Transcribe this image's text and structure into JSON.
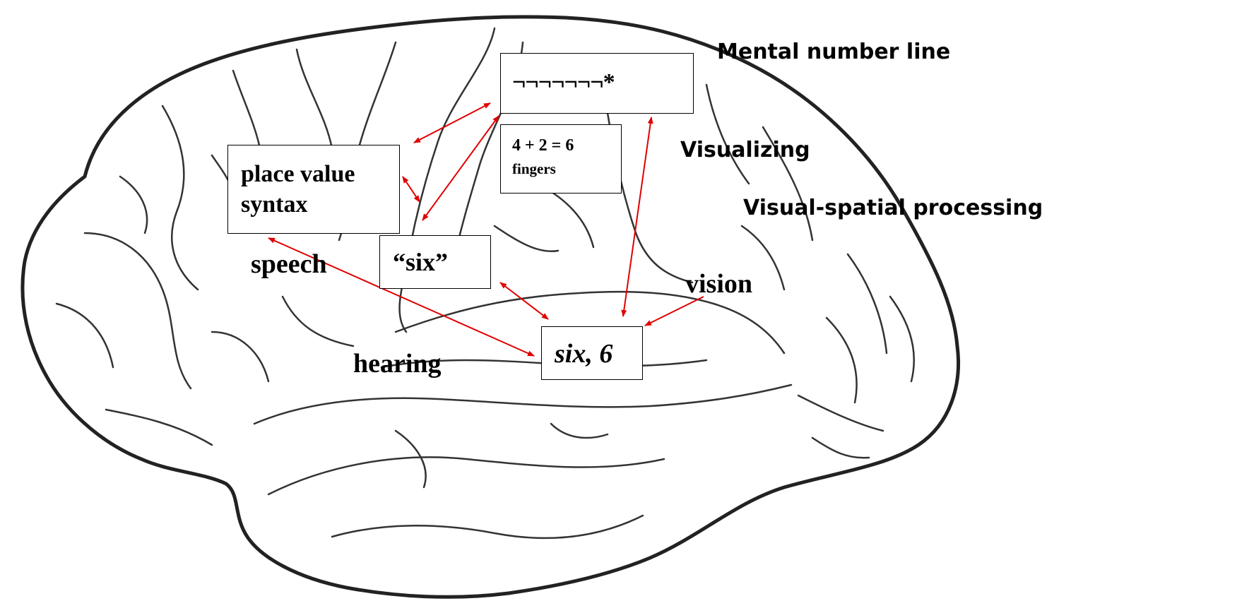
{
  "boxes": {
    "number_line": "¬¬¬¬¬¬¬*",
    "equation_line1": "4 + 2 = 6",
    "equation_line2": "fingers",
    "place_value_line1": "place value",
    "place_value_line2": "syntax",
    "six_word": "“six”",
    "six_symbol": "six, 6"
  },
  "labels": {
    "mental_number_line": "Mental number line",
    "visualizing": "Visualizing",
    "visual_spatial": "Visual-spatial processing",
    "vision": "vision",
    "speech": "speech",
    "hearing": "hearing"
  },
  "colors": {
    "arrow": "#e00000",
    "outline": "#222222"
  }
}
